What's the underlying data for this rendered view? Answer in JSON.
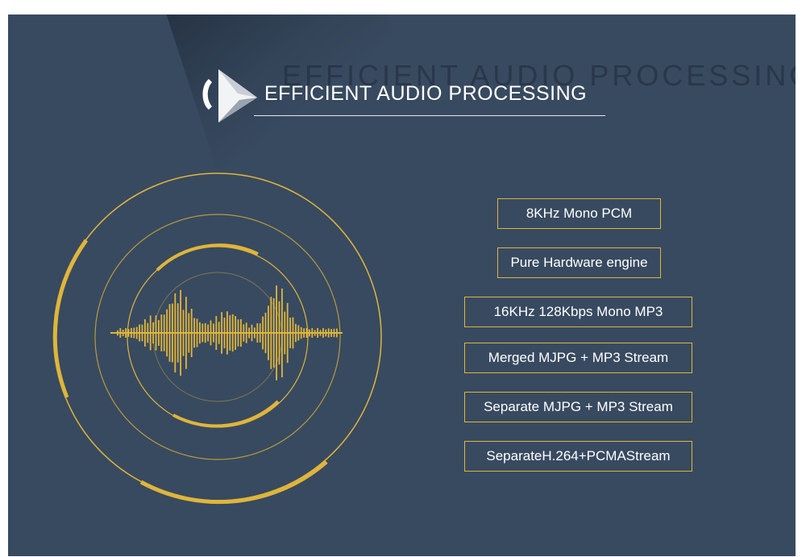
{
  "header": {
    "title": "EFFICIENT AUDIO PROCESSING",
    "watermark": "EFFICIENT AUDIO PROCESSING"
  },
  "specs": [
    "8KHz Mono PCM",
    "Pure Hardware engine",
    "16KHz 128Kbps Mono MP3",
    "Merged MJPG + MP3 Stream",
    "Separate MJPG + MP3 Stream",
    "SeparateH.264+PCMAStream"
  ],
  "icons": {
    "logo": "play-speaker-icon",
    "waveform": "audio-waveform-icon"
  },
  "colors": {
    "background": "#384a60",
    "accent": "#e0b53a",
    "text": "#ffffff"
  }
}
